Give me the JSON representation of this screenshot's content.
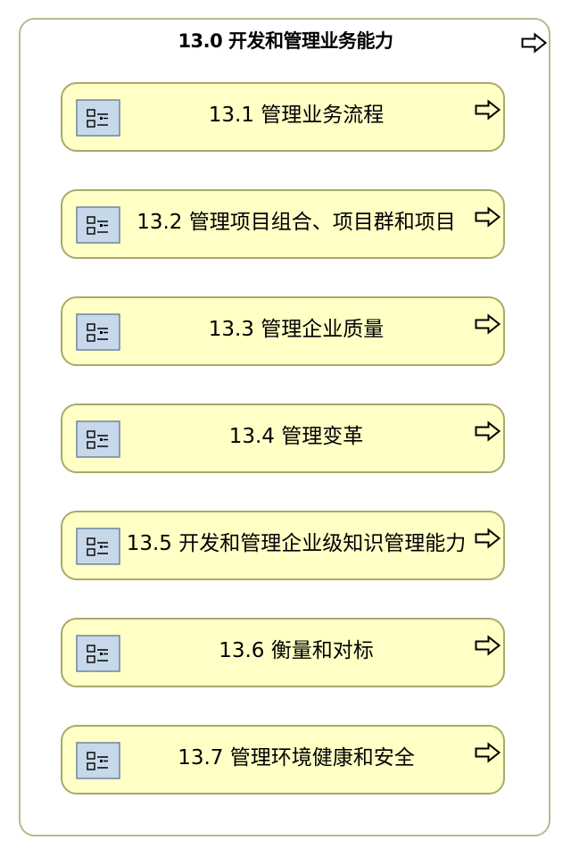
{
  "diagram": {
    "title": "13.0 开发和管理业务能力",
    "items": [
      {
        "label": "13.1 管理业务流程"
      },
      {
        "label": "13.2 管理项目组合、项目群和项目"
      },
      {
        "label": "13.3 管理企业质量"
      },
      {
        "label": "13.4 管理变革"
      },
      {
        "label": "13.5 开发和管理企业级知识管理能力"
      },
      {
        "label": "13.6 衡量和对标"
      },
      {
        "label": "13.7 管理环境健康和安全"
      }
    ]
  },
  "icons": {
    "outer_arrow": "arrow-right-outline-icon",
    "card_arrow": "arrow-right-outline-icon",
    "card_icon": "process-list-icon"
  },
  "colors": {
    "card_fill": "#ffffc6",
    "card_border": "#a9a96a",
    "outer_border": "#b9b98a",
    "icon_fill": "#c6d8ea",
    "icon_border": "#6d85a0"
  }
}
